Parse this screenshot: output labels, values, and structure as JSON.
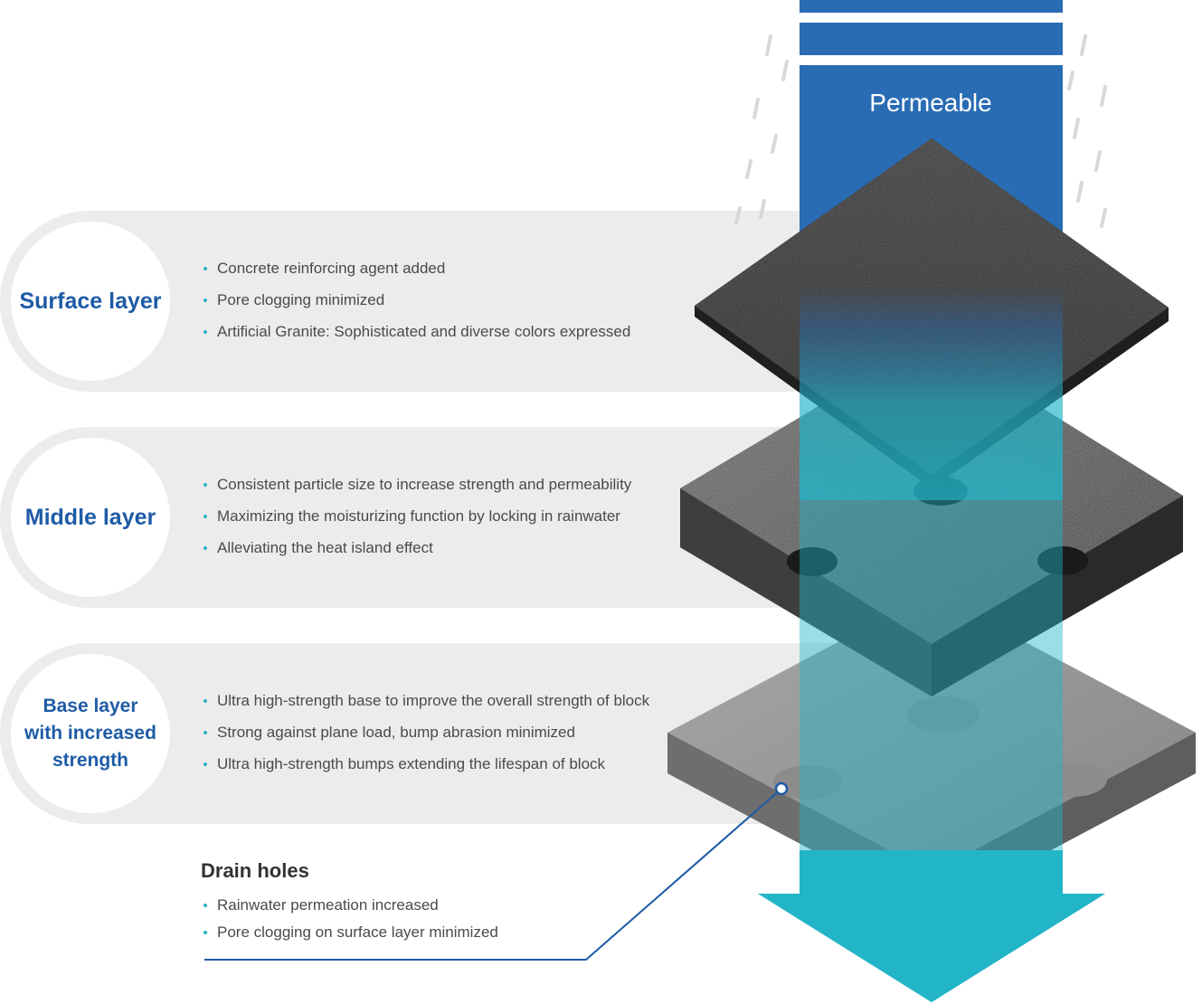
{
  "arrow_label": "Permeable",
  "layers": [
    {
      "name": "Surface layer",
      "bullets": [
        "Concrete reinforcing agent added",
        "Pore clogging minimized",
        "Artificial Granite: Sophisticated and diverse colors expressed"
      ]
    },
    {
      "name": "Middle layer",
      "bullets": [
        "Consistent particle size to increase strength and permeability",
        "Maximizing the moisturizing function by locking in rainwater",
        "Alleviating the heat island effect"
      ]
    },
    {
      "name": "Base layer\nwith increased\nstrength",
      "bullets": [
        "Ultra high-strength base to improve the overall strength of block",
        "Strong against plane load, bump abrasion minimized",
        "Ultra high-strength bumps extending the lifespan of block"
      ]
    }
  ],
  "drain_holes": {
    "title": "Drain holes",
    "bullets": [
      "Rainwater permeation increased",
      "Pore clogging on surface layer minimized"
    ]
  },
  "colors": {
    "heading_blue": "#1e5ba6",
    "arrow_blue": "#2a6cb4",
    "arrow_cyan": "#22b5c8",
    "band_gray": "#ececec",
    "bullet_cyan": "#2ab3c6"
  }
}
